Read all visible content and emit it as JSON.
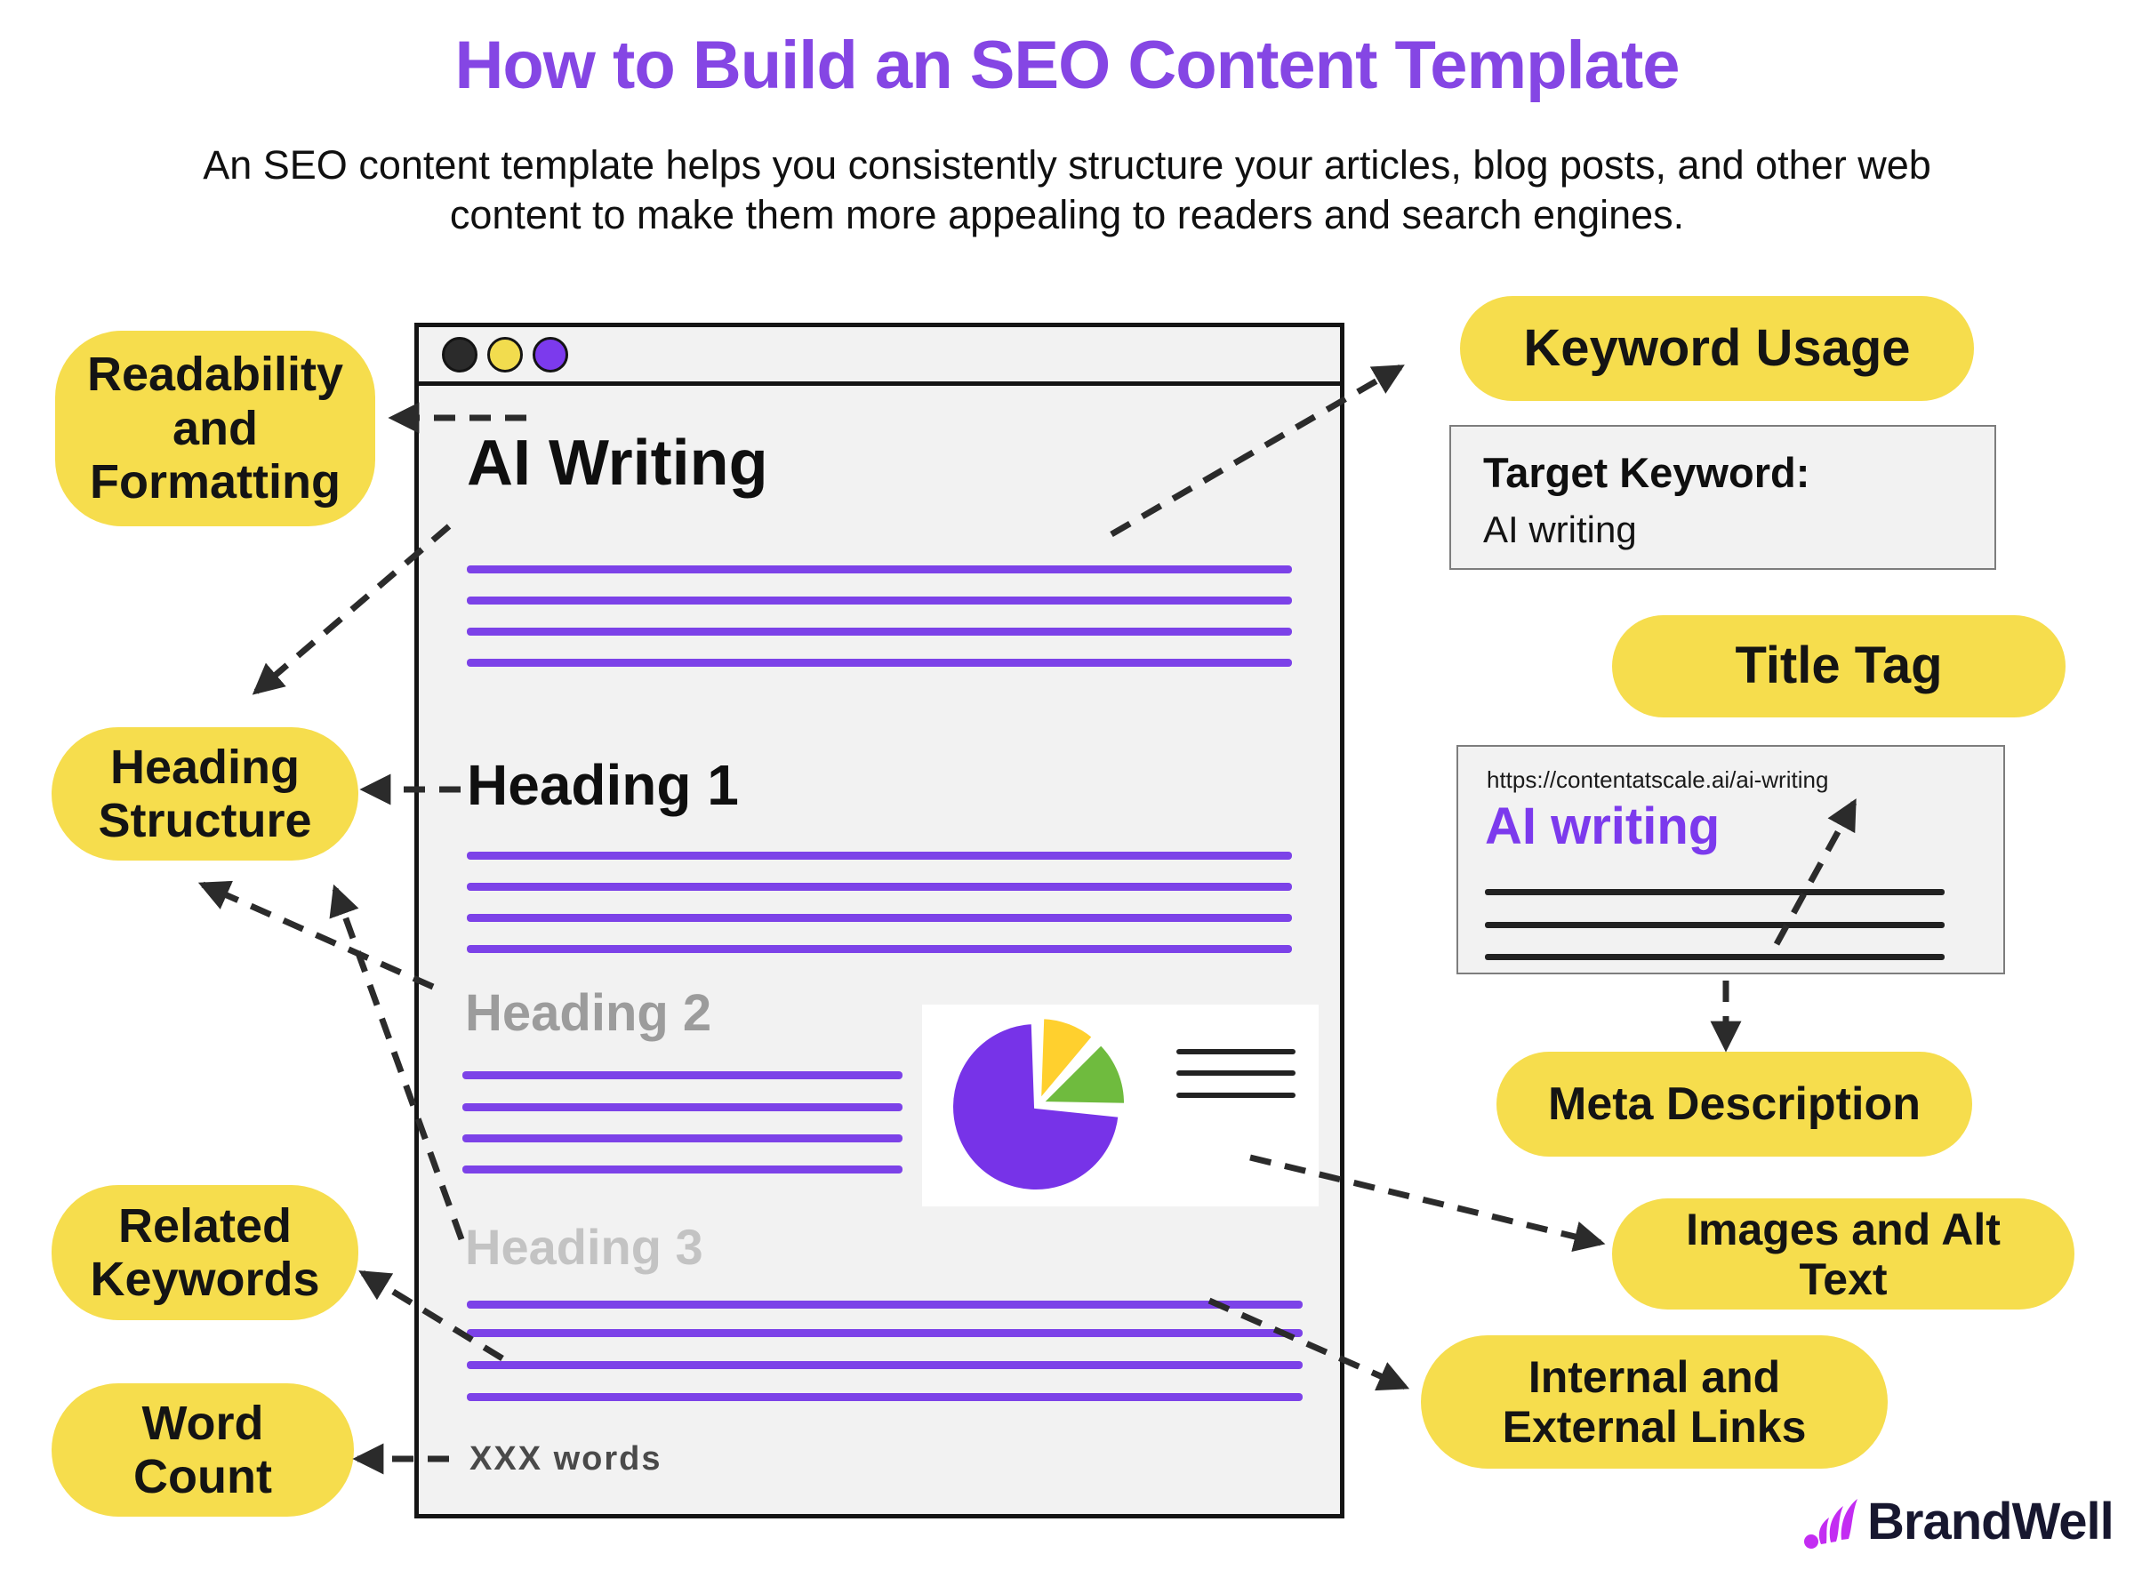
{
  "header": {
    "title": "How to Build an SEO Content Template",
    "subtitle": "An SEO content template helps you consistently structure your articles, blog posts, and other web content to make them more appealing to readers and search engines."
  },
  "callouts": {
    "readability": "Readability and Formatting",
    "heading_structure": "Heading Structure",
    "related_keywords": "Related Keywords",
    "word_count": "Word Count",
    "keyword_usage": "Keyword Usage",
    "title_tag": "Title Tag",
    "meta_description": "Meta Description",
    "images_alt": "Images and Alt Text",
    "internal_external": "Internal and External Links"
  },
  "document": {
    "page_title": "AI Writing",
    "heading1": "Heading 1",
    "heading2": "Heading 2",
    "heading3": "Heading 3",
    "word_count_note": "XXX words"
  },
  "target_keyword": {
    "label": "Target Keyword:",
    "value": "AI writing"
  },
  "serp": {
    "url": "https://contentatscale.ai/ai-writing",
    "link_title": "AI writing"
  },
  "footer": {
    "brand": "BrandWell"
  },
  "colors": {
    "title_purple": "#8546e4",
    "accent_purple": "#7c3aed",
    "line_purple": "#7c42e8",
    "bubble_yellow": "#f6dd4d",
    "pie_yellow": "#ffd02e",
    "pie_green": "#6fbb3e",
    "logo_magenta": "#c32cf2",
    "doc_gray": "#f2f2f2"
  }
}
